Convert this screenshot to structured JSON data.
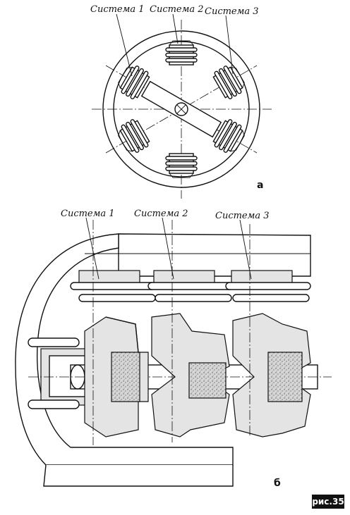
{
  "figure": {
    "badge": "рис.35",
    "top_view": {
      "tag": "а",
      "labels": [
        "Система 1",
        "Система 2",
        "Система 3"
      ]
    },
    "bottom_view": {
      "tag": "б",
      "labels": [
        "Система 1",
        "Система 2",
        "Система 3"
      ]
    }
  }
}
